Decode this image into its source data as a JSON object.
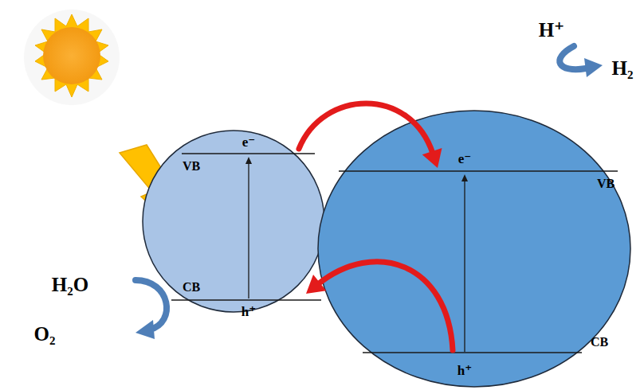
{
  "diagram": {
    "nodes": [
      {
        "text": [
          "e⁻",
          "VB",
          "CB",
          "h⁺"
        ]
      },
      {
        "text": [
          "e⁻",
          "VB",
          "CB",
          "h⁺"
        ]
      }
    ],
    "edges": [
      {
        "from": 0,
        "to": 1,
        "arrow": "to"
      },
      {
        "from": 1,
        "to": 0,
        "arrow": "to"
      }
    ],
    "labels": [
      "H₂O",
      "O₂",
      "H⁺",
      "H₂"
    ]
  }
}
